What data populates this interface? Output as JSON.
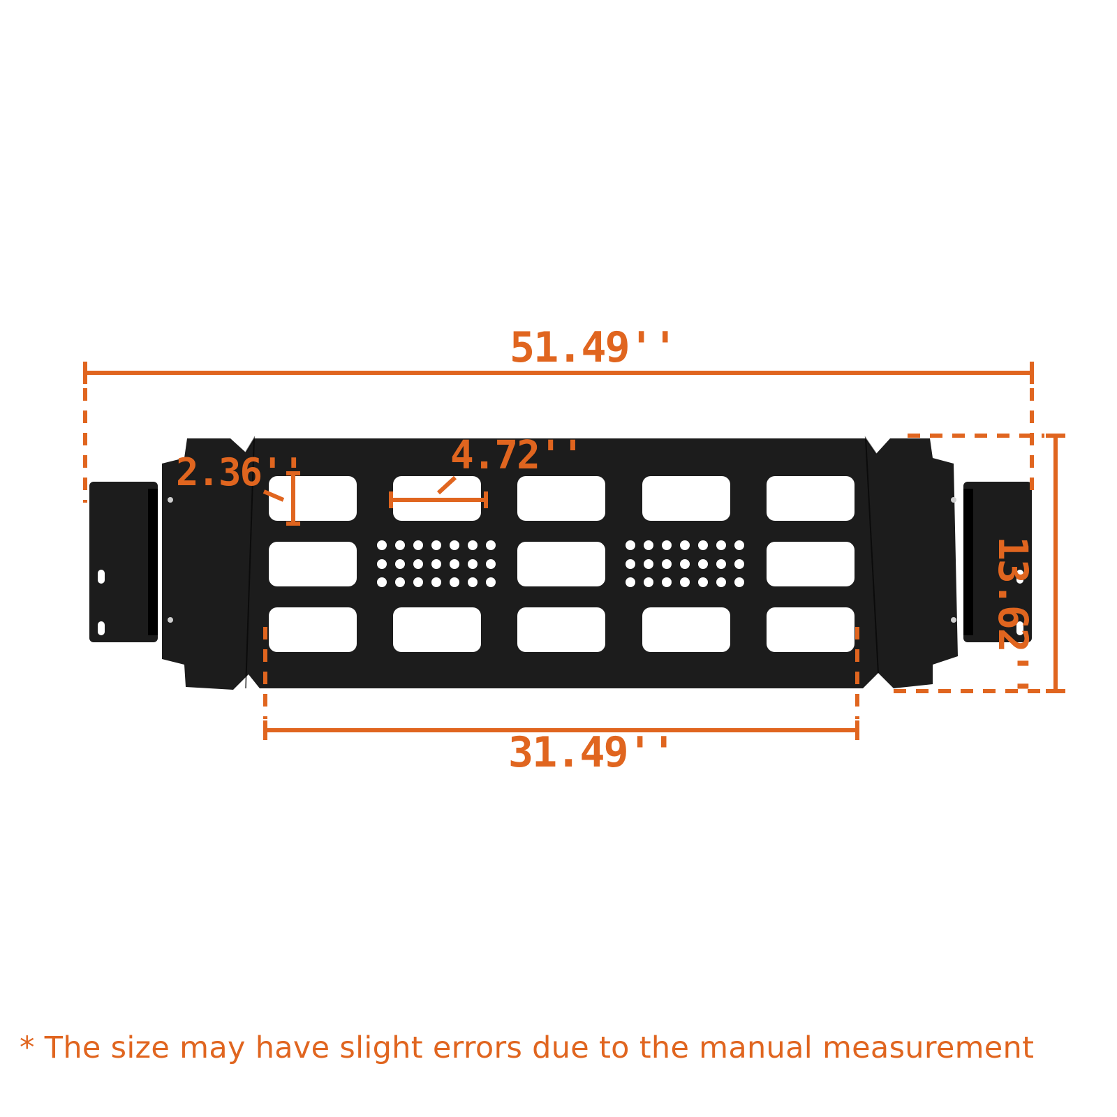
{
  "dimensions": {
    "overall_width": "51.49''",
    "inner_width": "31.49''",
    "height": "13.62''",
    "slot_height": "2.36''",
    "slot_width": "4.72''"
  },
  "footnote": "* The size may have slight errors due to the manual measurement",
  "colors": {
    "dimension": "#e0651f",
    "plate": "#1c1c1c",
    "background": "#ffffff"
  }
}
